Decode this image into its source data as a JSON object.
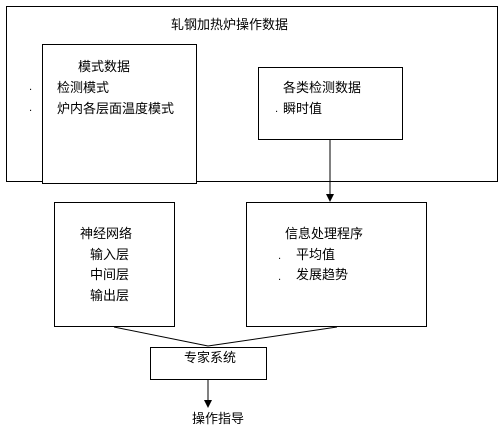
{
  "outer": {
    "title": "轧钢加热炉操作数据"
  },
  "mode_box": {
    "title": "模式数据",
    "items": [
      "检测模式",
      "炉内各层面温度模式"
    ]
  },
  "detect_box": {
    "title": "各类检测数据",
    "items": [
      "瞬时值"
    ]
  },
  "neural_box": {
    "title": "神经网络",
    "items": [
      "输入层",
      "中间层",
      "输出层"
    ]
  },
  "info_box": {
    "title": "信息处理程序",
    "items": [
      "平均值",
      "发展趋势"
    ]
  },
  "expert_box": {
    "title": "专家系统"
  },
  "output": {
    "label": "操作指导"
  },
  "bullet_char": "."
}
